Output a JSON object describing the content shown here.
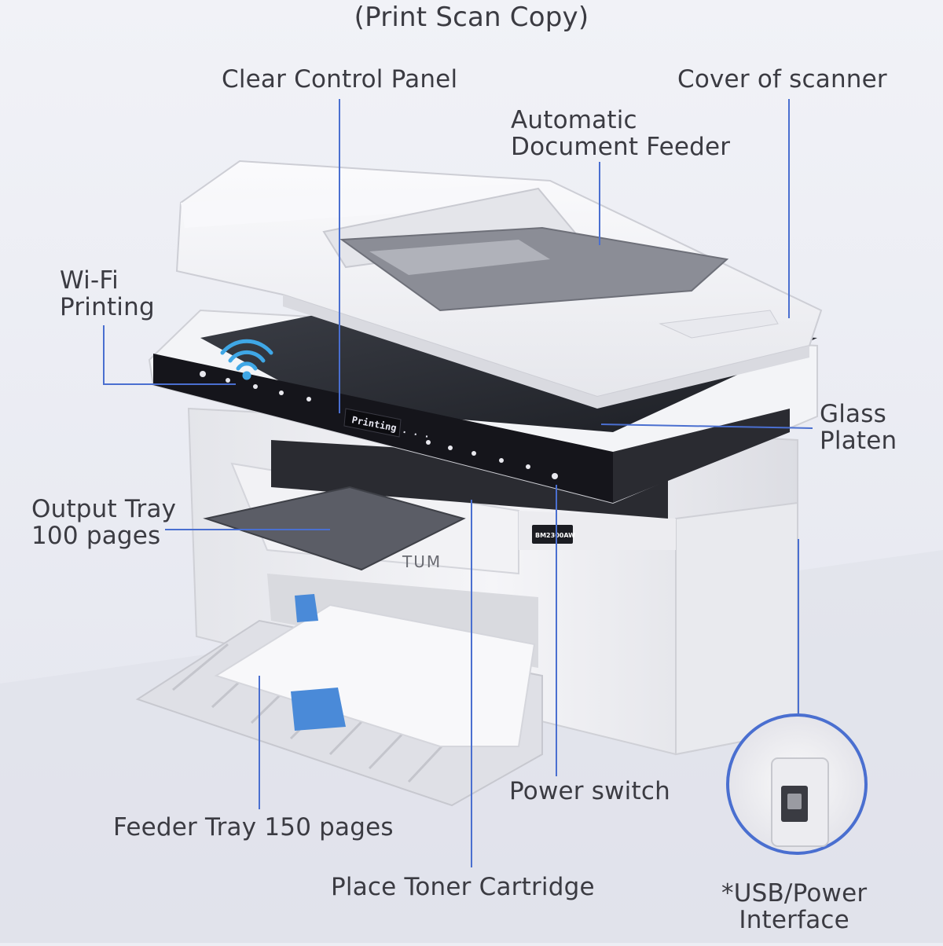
{
  "title": "(Print Scan Copy)",
  "labels": {
    "control_panel": "Clear Control Panel",
    "scanner_cover": "Cover of scanner",
    "adf_line1": "Automatic",
    "adf_line2": "Document Feeder",
    "wifi_line1": "Wi-Fi",
    "wifi_line2": "Printing",
    "glass_line1": "Glass",
    "glass_line2": "Platen",
    "output_line1": "Output Tray",
    "output_line2": "100 pages",
    "power_switch": "Power switch",
    "feeder_tray": "Feeder Tray 150 pages",
    "toner": "Place Toner Cartridge",
    "usb_line1": "*USB/Power",
    "usb_line2": "Interface"
  },
  "device": {
    "lcd_text": "Printing . . .",
    "brand": "TUM",
    "model": "BM2300AW"
  },
  "colors": {
    "leader_line": "#4a6fd0",
    "tray_blue": "#4a8ad8",
    "wifi_blue": "#3fa7e6",
    "panel_dark": "#15151b"
  }
}
